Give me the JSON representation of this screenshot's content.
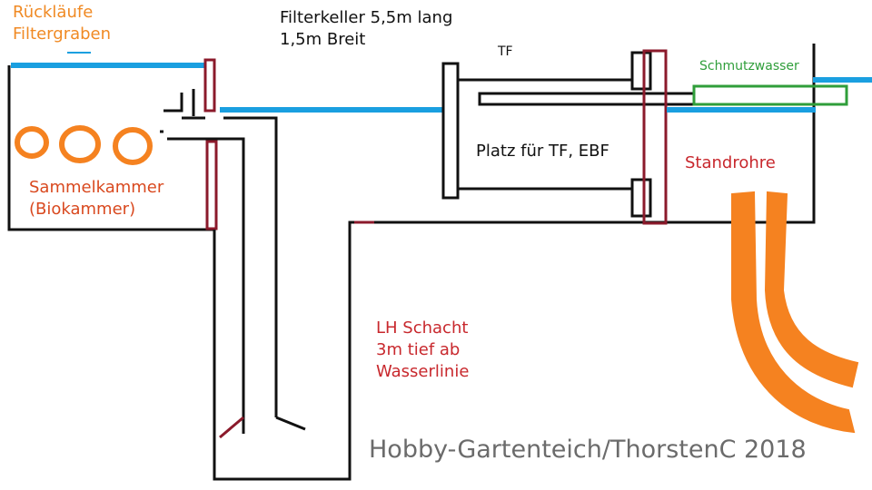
{
  "labels": {
    "returns": "Rückläufe\nFiltergraben",
    "cellar": "Filterkeller 5,5m lang\n1,5m Breit",
    "tf": "TF",
    "dirty_water": "Schmutzwasser",
    "space": "Platz für TF, EBF",
    "standpipes": "Standrohre",
    "collection": "Sammelkammer\n(Biokammer)",
    "lh_shaft": "LH Schacht\n3m tief ab\nWasserlinie",
    "watermark": "Hobby-Gartenteich/ThorstenC 2018"
  },
  "colors": {
    "water_pipe": "#1a9fe0",
    "wall": "#111111",
    "pipe_outline": "#8b1a2b",
    "orange_pipe": "#f58220",
    "dirty_pipe": "#2f9e3a",
    "label_orange": "#f08a24",
    "label_red": "#c8282d",
    "watermark": "#6b6b6b"
  }
}
